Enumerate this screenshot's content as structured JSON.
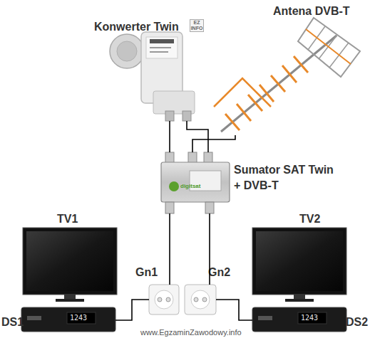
{
  "diagram": {
    "nodes": [
      {
        "text": [
          "Antena DVB-T"
        ]
      },
      {
        "text": [
          "Konwerter Twin"
        ]
      },
      {
        "text": [
          "Sumator SAT Twin + DVB-T",
          "digitsat"
        ]
      },
      {
        "text": [
          "TV1"
        ]
      },
      {
        "text": [
          "TV2"
        ]
      },
      {
        "text": [
          "Gn1"
        ]
      },
      {
        "text": [
          "Gn2"
        ]
      },
      {
        "text": [
          "DS1",
          "1243"
        ]
      },
      {
        "text": [
          "DS2",
          "1243"
        ]
      }
    ],
    "edges": [
      {
        "from": 1,
        "to": 2,
        "arrow": "none"
      },
      {
        "from": 1,
        "to": 2,
        "arrow": "none"
      },
      {
        "from": 0,
        "to": 2,
        "arrow": "none"
      },
      {
        "from": 2,
        "to": 5,
        "arrow": "none"
      },
      {
        "from": 2,
        "to": 6,
        "arrow": "none"
      },
      {
        "from": 5,
        "to": 7,
        "arrow": "none"
      },
      {
        "from": 6,
        "to": 8,
        "arrow": "none"
      }
    ],
    "labels": [
      "EZ INFO",
      "www.EgzaminZawodowy.info"
    ]
  }
}
